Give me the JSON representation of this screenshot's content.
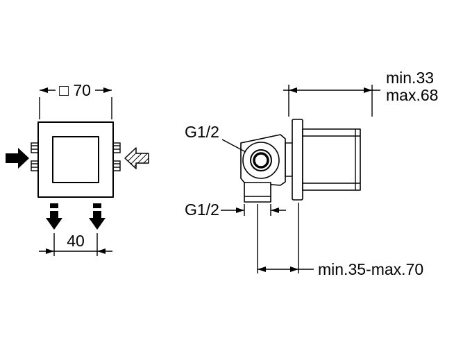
{
  "drawing": {
    "background_color": "#ffffff",
    "line_color": "#000000",
    "front_view": {
      "width_dimension": "□ 70",
      "outlet_spacing_dimension": "40"
    },
    "side_view": {
      "top_thread_label": "G1/2",
      "bottom_thread_label": "G1/2",
      "depth_min": "min.33",
      "depth_max": "max.68",
      "wall_distance": "min.35-max.70"
    },
    "icons": {
      "inlet_flow": "solid-right-arrow-icon",
      "return_flow": "hatched-left-arrow-icon",
      "outlet_flow": "solid-down-arrow-icon"
    }
  }
}
